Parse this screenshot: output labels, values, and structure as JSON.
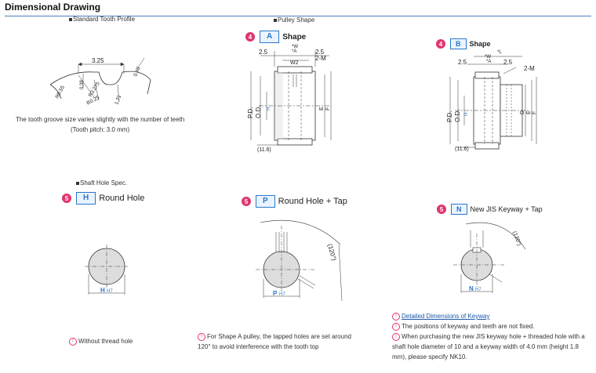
{
  "header": {
    "title": "Dimensional Drawing"
  },
  "sections": {
    "tooth_profile": "Standard Tooth Profile",
    "pulley_shape": "Pulley Shape",
    "shaft_hole": "Shaft Hole Spec."
  },
  "tooth_profile": {
    "pitch_dim": "3.25",
    "labels": {
      "r055": "R0.55",
      "r038": "0.38",
      "r275": "R3.275",
      "r025": "R0.25",
      "r171": "1.71",
      "r048": "0.48"
    },
    "caption_line1": "The tooth groove size varies slightly with the number of teeth",
    "caption_line2": "(Tooth pitch: 3.0 mm)"
  },
  "shape_a": {
    "number": "4",
    "code": "A",
    "label": "Shape",
    "dims": {
      "w": "*W",
      "a": "*A",
      "w2": "W2",
      "d25l": "2.5",
      "d25r": "2.5",
      "m2": "2-M",
      "pd": "P.D.",
      "od": "O.D.",
      "h": "H",
      "e": "E",
      "f": "F",
      "l116": "(11.6)"
    }
  },
  "shape_b": {
    "number": "4",
    "code": "B",
    "label": "Shape",
    "dims": {
      "l": "*L",
      "w": "*W",
      "a": "*A",
      "d25l": "2.5",
      "d25r": "2.5",
      "m2": "2-M",
      "pd": "P.D.",
      "od": "O.D.",
      "h": "H",
      "d": "D",
      "e": "E",
      "f": "F",
      "l116": "(11.6)"
    }
  },
  "hole_h": {
    "number": "5",
    "code": "H",
    "label": "Round Hole",
    "dim": "H",
    "tol": "H7"
  },
  "hole_p": {
    "number": "5",
    "code": "P",
    "label": "Round Hole + Tap",
    "dim": "P",
    "tol": "H7",
    "angle": "(120°)"
  },
  "hole_n": {
    "number": "5",
    "code": "N",
    "label": "New JIS Keyway + Tap",
    "dim": "N",
    "tol": "H7",
    "angle": "(120°)"
  },
  "notes": {
    "h": "Without thread hole",
    "p_line1": "For Shape A pulley, the tapped holes are set around",
    "p_line2": "120° to avoid interference with the tooth top",
    "n_link": "Detailed Dimensions of Keyway",
    "n_line1": "The positions of keyway and teeth are not fixed.",
    "n_line2a": "When purchasing the new JIS keyway hole + threaded hole with a",
    "n_line2b": "shaft hole diameter of 10 and a keyway width of 4.0 mm (height 1.8",
    "n_line2c": "mm), please specify NK10."
  },
  "colors": {
    "badge": "#e0356d",
    "code": "#2b77c9",
    "rule": "#4a7fb7"
  }
}
